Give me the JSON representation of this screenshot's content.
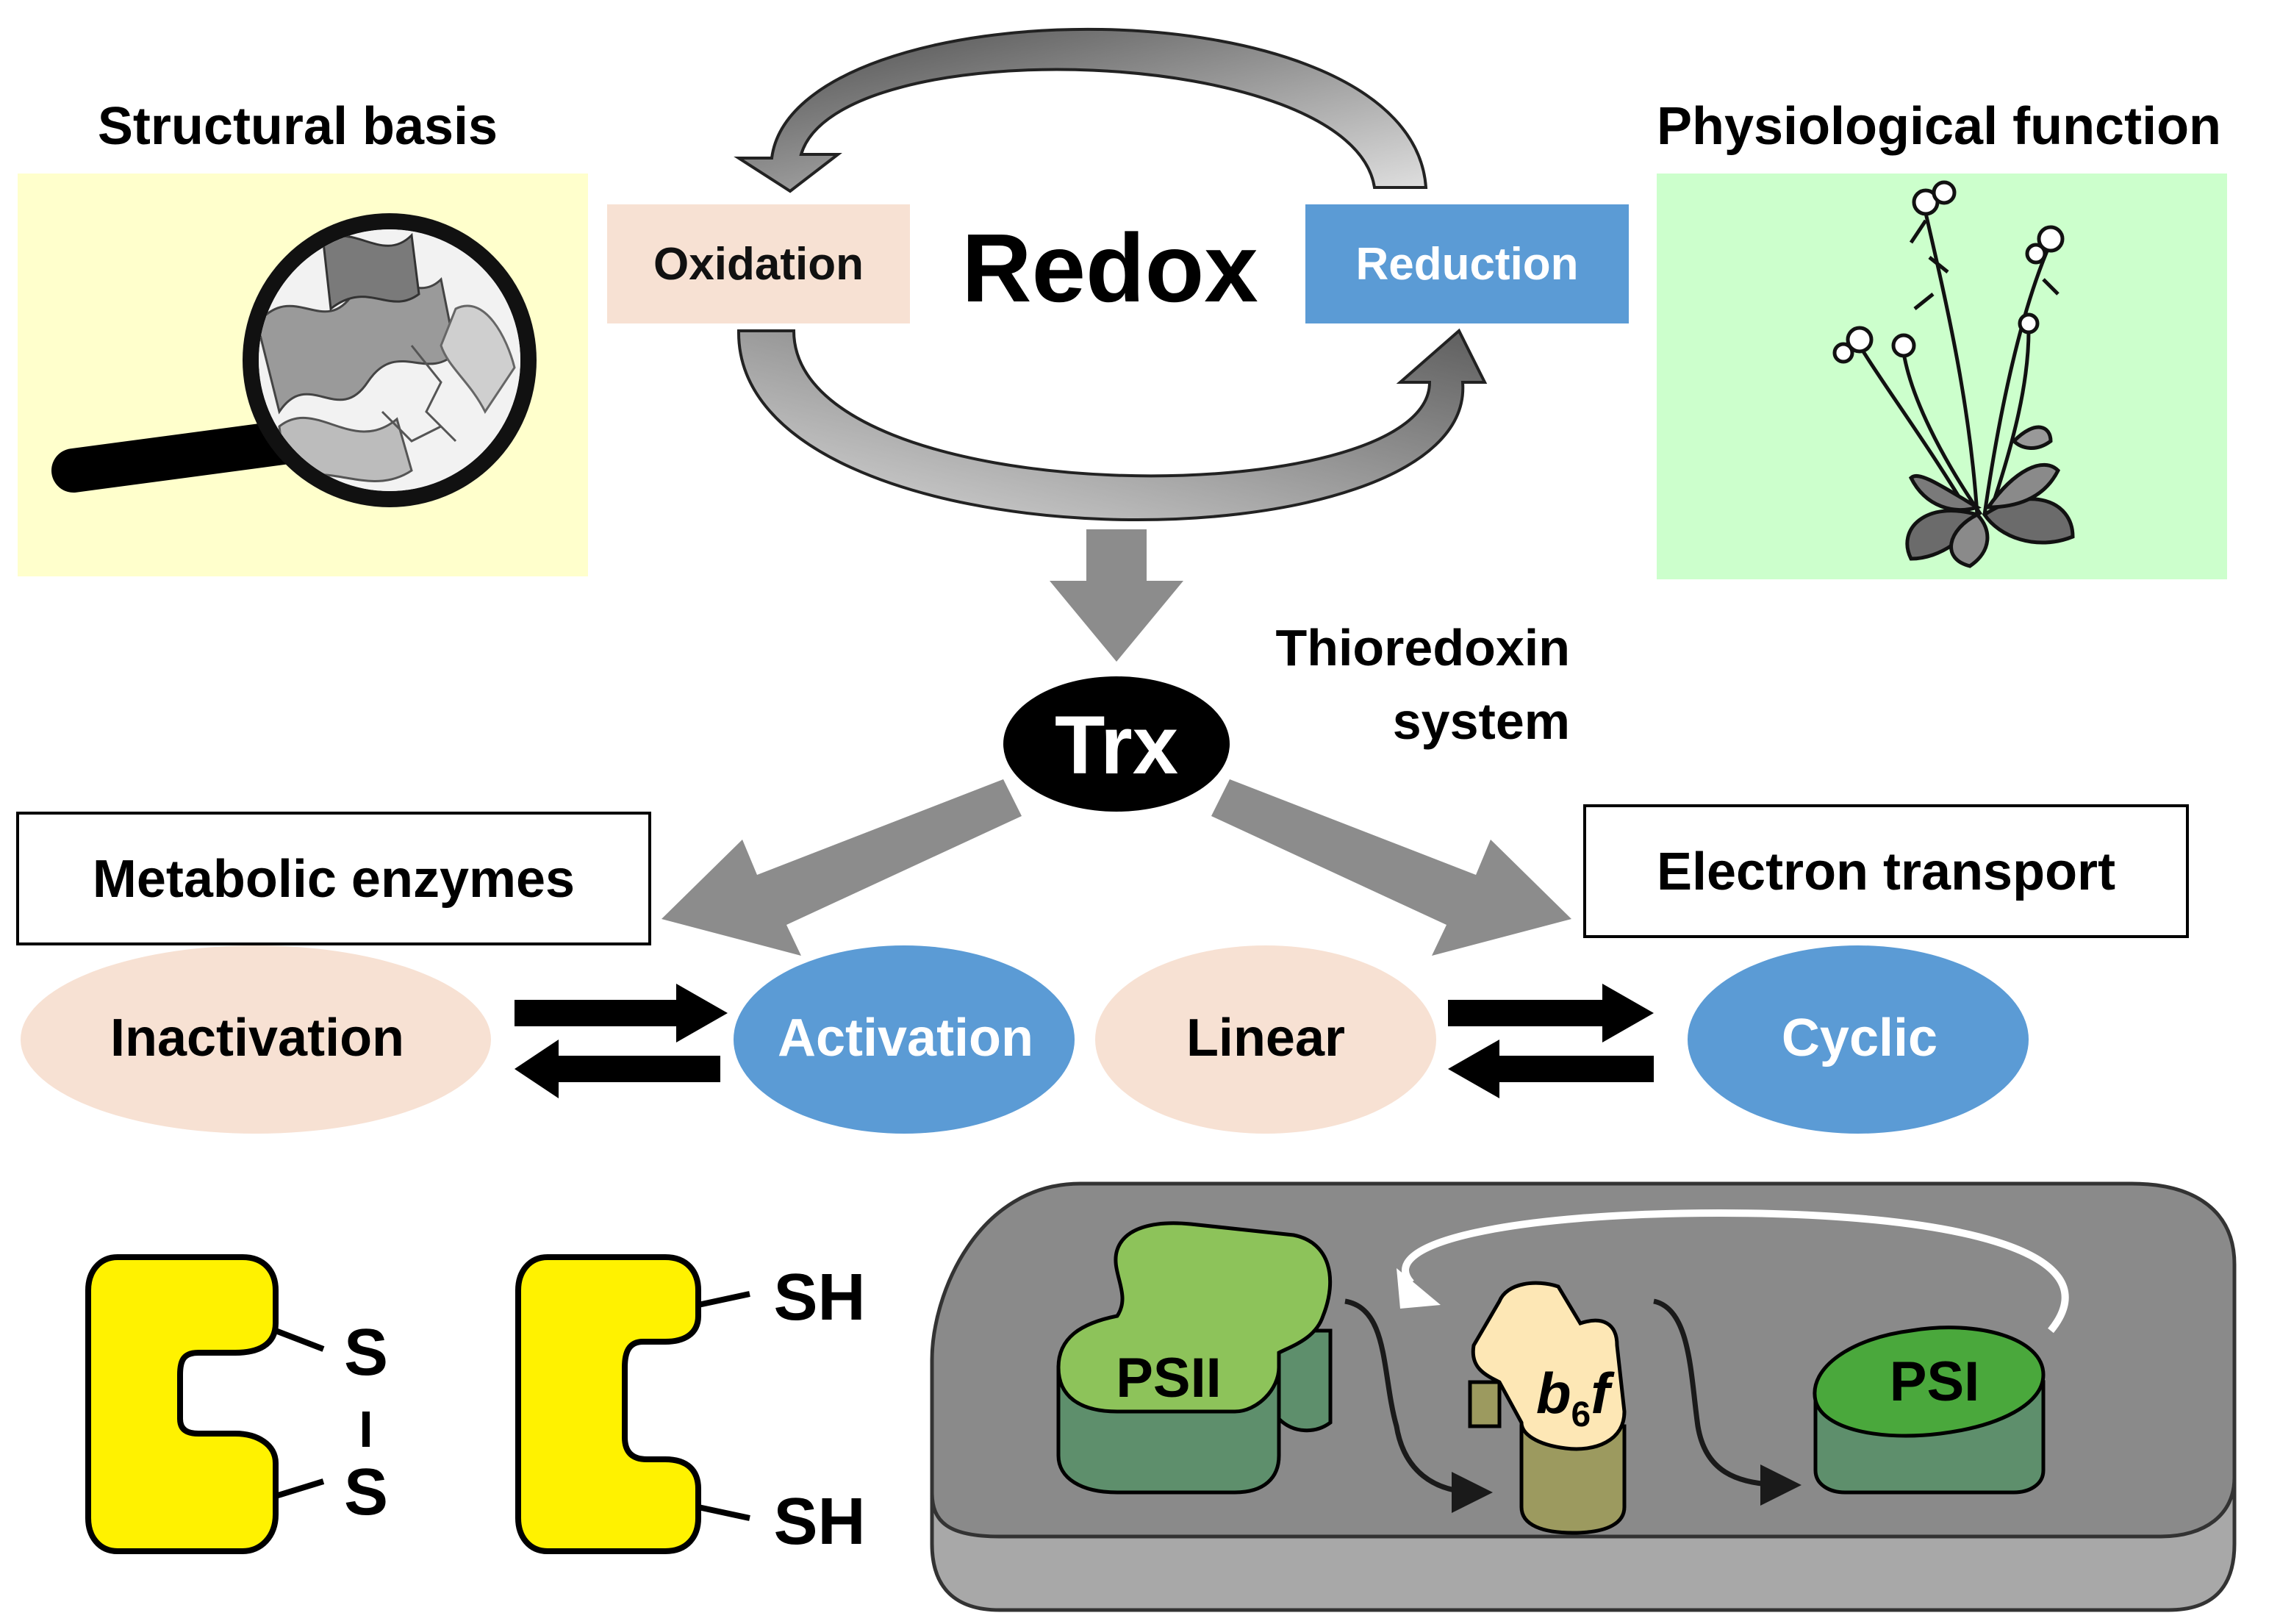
{
  "title": "Redox",
  "oxidation": "Oxidation",
  "reduction": "Reduction",
  "structural_basis": "Structural basis",
  "physiological_function": "Physiological function",
  "trx": "Trx",
  "thioredoxin_line1": "Thioredoxin",
  "thioredoxin_line2": "system",
  "metabolic_enzymes": "Metabolic enzymes",
  "electron_transport": "Electron transport",
  "inactivation": "Inactivation",
  "activation": "Activation",
  "linear": "Linear",
  "cyclic": "Cyclic",
  "disulfide": {
    "s_top": "S",
    "s_bond": "I",
    "s_bottom": "S"
  },
  "thiol": {
    "sh_top": "SH",
    "sh_bottom": "SH"
  },
  "membrane": {
    "psii": "PSII",
    "b6f_b": "b",
    "b6f_sub": "6",
    "b6f_f": "f",
    "psi": "PSI"
  },
  "colors": {
    "oxidized_fill": "#f7e1d3",
    "reduced_fill": "#5b9bd5",
    "structural_panel": "#ffffcc",
    "physiological_panel": "#ccffcc",
    "arrow_gray": "#8c8c8c",
    "protein_yellow": "#fff200",
    "psii_green": "#8dc35a",
    "psi_green": "#4aa83c",
    "b6f_cream": "#fde7b5"
  }
}
